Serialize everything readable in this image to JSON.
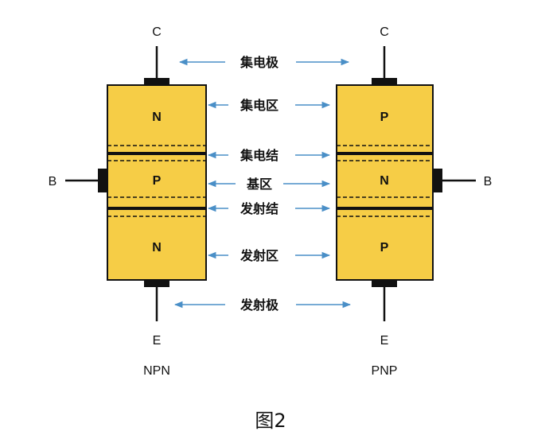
{
  "transistors": {
    "npn": {
      "type_label": "NPN",
      "regions": [
        "N",
        "P",
        "N"
      ],
      "terminals": {
        "collector": "C",
        "base": "B",
        "emitter": "E"
      }
    },
    "pnp": {
      "type_label": "PNP",
      "regions": [
        "P",
        "N",
        "P"
      ],
      "terminals": {
        "collector": "C",
        "base": "B",
        "emitter": "E"
      }
    }
  },
  "center_labels": {
    "collector_electrode": "集电极",
    "collector_region": "集电区",
    "collector_junction": "集电结",
    "base_region": "基区",
    "emitter_junction": "发射结",
    "emitter_region": "发射区",
    "emitter_electrode": "发射极"
  },
  "caption": "图2",
  "colors": {
    "body_fill": "#F6CD46",
    "outline": "#111111",
    "arrow": "#4A8FC7",
    "text": "#111111"
  }
}
